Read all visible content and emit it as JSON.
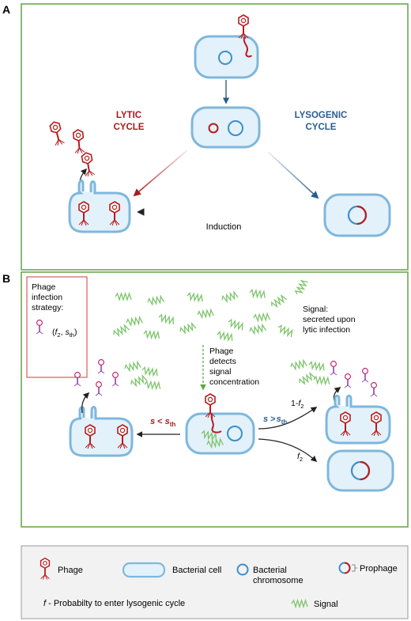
{
  "panel_a": {
    "label": "A",
    "lytic_line1": "LYTIC",
    "lytic_line2": "CYCLE",
    "lysogenic_line1": "LYSOGENIC",
    "lysogenic_line2": "CYCLE",
    "induction": "Induction"
  },
  "panel_b": {
    "label": "B",
    "strategy": {
      "line1": "Phage",
      "line2": "infection",
      "line3": "strategy:",
      "f2": "f",
      "f2_sub": "2",
      "sth": "s",
      "sth_sub": "th"
    },
    "signal_text": {
      "line1": "Signal:",
      "line2": "secreted upon",
      "line3": "lytic infection"
    },
    "detect_text": {
      "line1": "Phage",
      "line2": "detects",
      "line3": "signal",
      "line4": "concentration"
    },
    "s_less": {
      "s": "s",
      "op": "<",
      "s2": "s",
      "sub": "th"
    },
    "s_greater": {
      "s": "s",
      "op": ">",
      "s2": "s",
      "sub": "th"
    },
    "one_minus_f2": {
      "prefix": "1-",
      "f": "f",
      "sub": "2"
    },
    "f2": {
      "f": "f",
      "sub": "2"
    }
  },
  "legend": {
    "phage": "Phage",
    "bacterial_cell": "Bacterial cell",
    "chromosome_line1": "Bacterial",
    "chromosome_line2": "chromosome",
    "prophage": "Prophage",
    "f_def_letter": "f",
    "f_def_text": " - Probabilty to enter lysogenic cycle",
    "signal": "Signal"
  },
  "colors": {
    "frame_green": "#6aa84f",
    "phage_red": "#b71c1c",
    "cell_blue": "#7fb7dc",
    "cell_fill": "#e3f1fa",
    "chromosome_blue": "#3d8fc9",
    "lytic_red": "#a61c1c",
    "lysogenic_blue": "#2a5d8f",
    "signal_green": "#7cc46a",
    "strategy_box": "#e06666"
  }
}
